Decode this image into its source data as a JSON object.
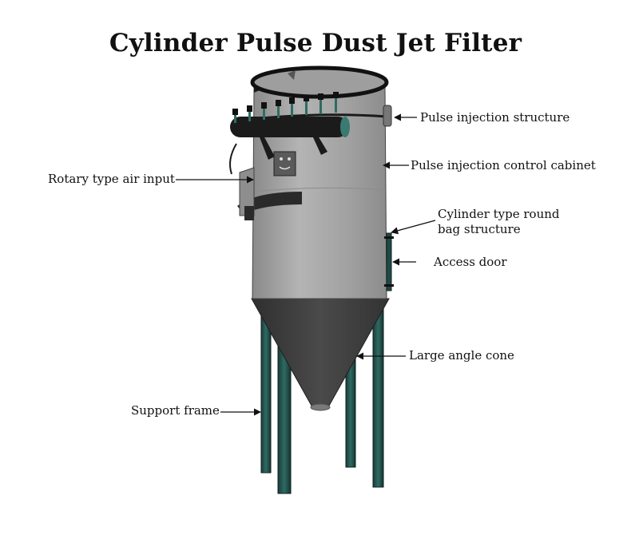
{
  "diagram": {
    "title": "Cylinder Pulse Dust Jet Filter",
    "labels": {
      "pulse_injection_structure": "Pulse injection structure",
      "pulse_injection_control_cabinet": "Pulse injection control cabinet",
      "rotary_type_air_input": "Rotary type air input",
      "cylinder_type_round_bag_structure_line1": "Cylinder type round",
      "cylinder_type_round_bag_structure_line2": "bag structure",
      "access_door": "Access door",
      "large_angle_cone": "Large angle cone",
      "support_frame": "Support frame"
    },
    "colors": {
      "body_grey": "#a9a9a9",
      "dark_cone": "#3f3f3f",
      "leg_teal": "#1f4a45",
      "outline": "#111111"
    }
  }
}
